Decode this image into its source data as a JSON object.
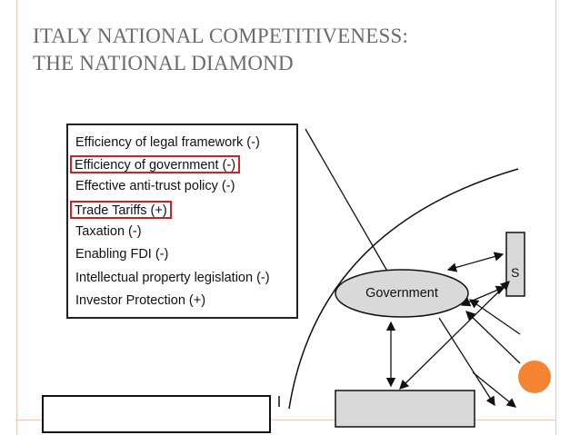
{
  "slide": {
    "title_line1": "ITALY NATIONAL COMPETITIVENESS:",
    "title_line2": "THE NATIONAL DIAMOND"
  },
  "policy_list": {
    "items": [
      {
        "label": "Efficiency of legal framework (-)",
        "highlighted": false
      },
      {
        "label": "Efficiency of government (-)",
        "highlighted": true
      },
      {
        "label": "Effective anti-trust policy (-)",
        "highlighted": false
      },
      {
        "label": "Trade Tariffs (+)",
        "highlighted": true
      },
      {
        "label": "Taxation (-)",
        "highlighted": false
      },
      {
        "label": "Enabling FDI (-)",
        "highlighted": false
      },
      {
        "label": "Intellectual property legislation (-)",
        "highlighted": false
      },
      {
        "label": "Investor Protection (+)",
        "highlighted": false
      }
    ]
  },
  "diagram": {
    "center_node": "Government",
    "side_node_partial": "S"
  },
  "colors": {
    "title": "#6b6b6b",
    "highlight": "#d0202b",
    "accent_dot": "#f58432",
    "frame": "#f0c6b6",
    "node_fill": "#d9d9d9"
  }
}
